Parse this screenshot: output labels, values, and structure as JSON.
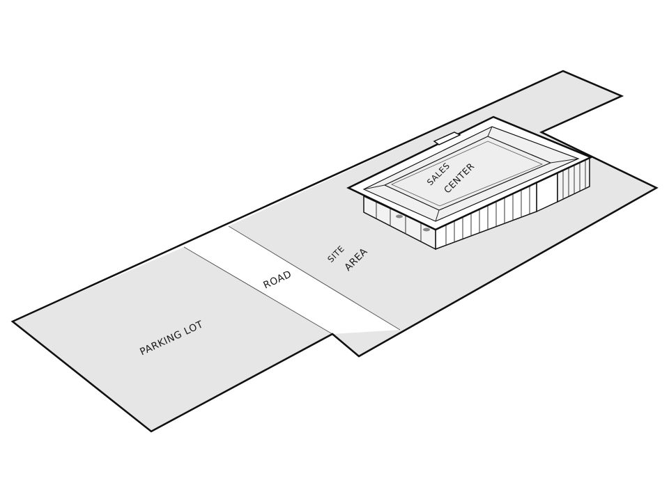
{
  "labels": {
    "parking_lot": "PARKING LOT",
    "road": "ROAD",
    "site_area_line1": "SITE",
    "site_area_line2": "AREA",
    "sales_center_line1": "SALES",
    "sales_center_line2": "CENTER"
  },
  "colors": {
    "ground_fill": "#e6e6e6",
    "road_fill": "#ffffff",
    "roof_fill": "#eeeeee",
    "wall_fill": "#ffffff",
    "outline": "#111111"
  }
}
